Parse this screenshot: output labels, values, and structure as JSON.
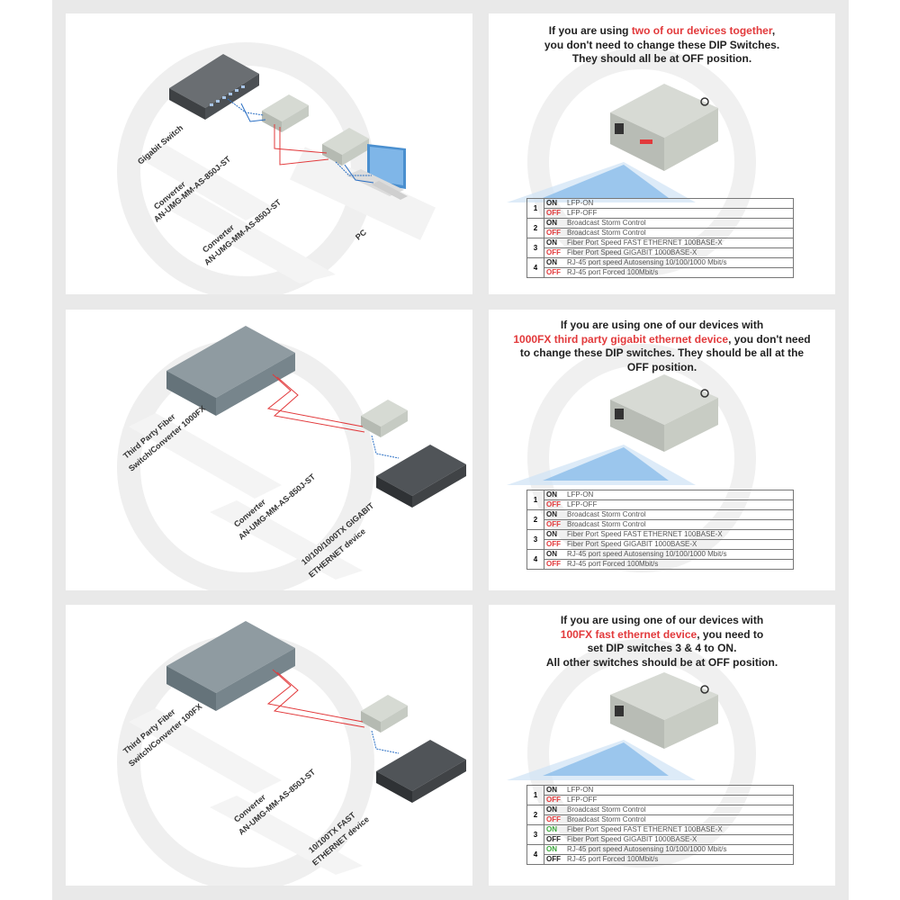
{
  "colors": {
    "accent_red": "#e2393b",
    "on_green": "#3aa53a",
    "frame_bg": "#e9e9e9",
    "beam_blue": "#7fb6e8"
  },
  "panels": [
    {
      "diagram": {
        "labels": [
          "Gigabit Switch",
          "Converter",
          "AN-UMG-MM-AS-850J-ST",
          "Converter",
          "AN-UMG-MM-AS-850J-ST",
          "PC"
        ]
      },
      "instruction": {
        "lines": [
          [
            {
              "t": "If you are using ",
              "hl": false
            },
            {
              "t": "two of our devices together",
              "hl": true
            },
            {
              "t": ",",
              "hl": false
            }
          ],
          [
            {
              "t": "you don't need to change these DIP Switches.",
              "hl": false
            }
          ],
          [
            {
              "t": "They should all be at OFF position.",
              "hl": false
            }
          ]
        ],
        "table": [
          {
            "num": "1",
            "rows": [
              {
                "state": "ON",
                "label": "LFP-ON",
                "color": "dark"
              },
              {
                "state": "OFF",
                "label": "LFP-OFF",
                "color": "red"
              }
            ]
          },
          {
            "num": "2",
            "rows": [
              {
                "state": "ON",
                "label": "Broadcast Storm Control",
                "color": "dark"
              },
              {
                "state": "OFF",
                "label": "Broadcast Storm Control",
                "color": "red"
              }
            ]
          },
          {
            "num": "3",
            "rows": [
              {
                "state": "ON",
                "label": "Fiber Port Speed FAST ETHERNET 100BASE-X",
                "color": "dark"
              },
              {
                "state": "OFF",
                "label": "Fiber Port Speed GIGABIT 1000BASE-X",
                "color": "red"
              }
            ]
          },
          {
            "num": "4",
            "rows": [
              {
                "state": "ON",
                "label": "RJ-45 port speed Autosensing 10/100/1000 Mbit/s",
                "color": "dark"
              },
              {
                "state": "OFF",
                "label": "RJ-45 port Forced 100Mbit/s",
                "color": "red"
              }
            ]
          }
        ]
      }
    },
    {
      "diagram": {
        "labels": [
          "Third Party Fiber",
          "Switch/Converter 1000FX",
          "Converter",
          "AN-UMG-MM-AS-850J-ST",
          "10/100/1000TX GIGABIT",
          "ETHERNET device"
        ]
      },
      "instruction": {
        "lines": [
          [
            {
              "t": "If you are using one of our devices with",
              "hl": false
            }
          ],
          [
            {
              "t": "1000FX third party gigabit ethernet device",
              "hl": true
            },
            {
              "t": ", you don't need",
              "hl": false
            }
          ],
          [
            {
              "t": "to change these DIP switches. They should be all at the",
              "hl": false
            }
          ],
          [
            {
              "t": "OFF position.",
              "hl": false
            }
          ]
        ],
        "table": [
          {
            "num": "1",
            "rows": [
              {
                "state": "ON",
                "label": "LFP-ON",
                "color": "dark"
              },
              {
                "state": "OFF",
                "label": "LFP-OFF",
                "color": "red"
              }
            ]
          },
          {
            "num": "2",
            "rows": [
              {
                "state": "ON",
                "label": "Broadcast Storm Control",
                "color": "dark"
              },
              {
                "state": "OFF",
                "label": "Broadcast Storm Control",
                "color": "red"
              }
            ]
          },
          {
            "num": "3",
            "rows": [
              {
                "state": "ON",
                "label": "Fiber Port Speed FAST ETHERNET 100BASE-X",
                "color": "dark"
              },
              {
                "state": "OFF",
                "label": "Fiber Port Speed GIGABIT 1000BASE-X",
                "color": "red"
              }
            ]
          },
          {
            "num": "4",
            "rows": [
              {
                "state": "ON",
                "label": "RJ-45 port speed Autosensing 10/100/1000 Mbit/s",
                "color": "dark"
              },
              {
                "state": "OFF",
                "label": "RJ-45 port Forced 100Mbit/s",
                "color": "red"
              }
            ]
          }
        ]
      }
    },
    {
      "diagram": {
        "labels": [
          "Third Party Fiber",
          "Switch/Converter 100FX",
          "Converter",
          "AN-UMG-MM-AS-850J-ST",
          "10/100TX FAST",
          "ETHERNET device"
        ]
      },
      "instruction": {
        "lines": [
          [
            {
              "t": "If you are using one of our devices with",
              "hl": false
            }
          ],
          [
            {
              "t": "100FX fast ethernet device",
              "hl": true
            },
            {
              "t": ", you need to",
              "hl": false
            }
          ],
          [
            {
              "t": "set DIP switches 3 & 4 to ON.",
              "hl": false
            }
          ],
          [
            {
              "t": "All other switches should be at OFF position.",
              "hl": false
            }
          ]
        ],
        "table": [
          {
            "num": "1",
            "rows": [
              {
                "state": "ON",
                "label": "LFP-ON",
                "color": "dark"
              },
              {
                "state": "OFF",
                "label": "LFP-OFF",
                "color": "red"
              }
            ]
          },
          {
            "num": "2",
            "rows": [
              {
                "state": "ON",
                "label": "Broadcast Storm Control",
                "color": "dark"
              },
              {
                "state": "OFF",
                "label": "Broadcast Storm Control",
                "color": "red"
              }
            ]
          },
          {
            "num": "3",
            "rows": [
              {
                "state": "ON",
                "label": "Fiber Port Speed FAST ETHERNET 100BASE-X",
                "color": "green"
              },
              {
                "state": "OFF",
                "label": "Fiber Port Speed GIGABIT 1000BASE-X",
                "color": "dark"
              }
            ]
          },
          {
            "num": "4",
            "rows": [
              {
                "state": "ON",
                "label": "RJ-45 port speed Autosensing 10/100/1000 Mbit/s",
                "color": "green"
              },
              {
                "state": "OFF",
                "label": "RJ-45 port Forced 100Mbit/s",
                "color": "dark"
              }
            ]
          }
        ]
      }
    }
  ]
}
